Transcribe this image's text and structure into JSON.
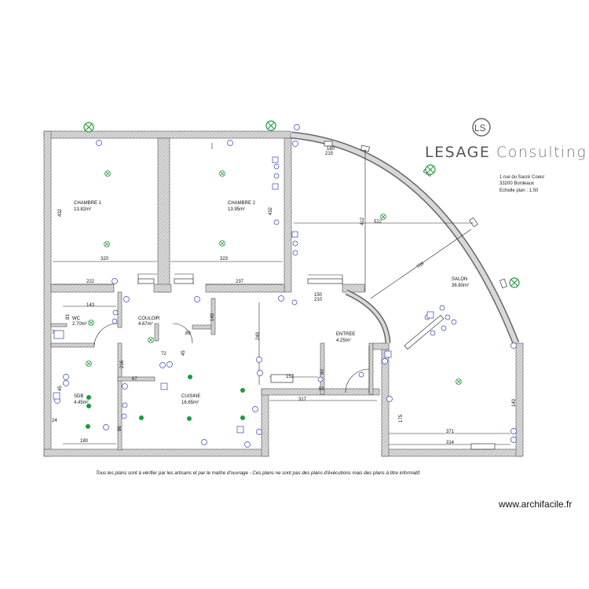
{
  "brand": {
    "name_main": "LESAGE",
    "name_light": "Consulting",
    "logo_letters": "LS"
  },
  "address": {
    "line1": "1 rue du Sacré Coeur",
    "line2": "33200 Bordeaux"
  },
  "scale_label": "Echelle plan : 1:50",
  "disclaimer": "Tous les plans sont à vérifier par les artisans et par le maître d'ouvrage - Ces plans ne sont pas des plans d'éxécutions mais des plans à titre informatif.",
  "credit": "www.archifacile.fr",
  "rooms": [
    {
      "name": "CHAMBRE 1",
      "area": "13.82m²"
    },
    {
      "name": "CHAMBRE 2",
      "area": "13.95m²"
    },
    {
      "name": "SALON",
      "area": "36.60m²"
    },
    {
      "name": "WC",
      "area": "2.70m²"
    },
    {
      "name": "COULOIR",
      "area": "4.67m²"
    },
    {
      "name": "ENTREE",
      "area": "4.25m²"
    },
    {
      "name": "SDB",
      "area": "4.45m²"
    },
    {
      "name": "CUISINE",
      "area": "16.65m²"
    }
  ],
  "dimensions": [
    "432",
    "320",
    "222",
    "323",
    "237",
    "432",
    "180",
    "215",
    "412",
    "522",
    "709",
    "210",
    "150",
    "143",
    "83",
    "70",
    "149",
    "89",
    "72",
    "45",
    "67",
    "249",
    "216",
    "152",
    "90",
    "58",
    "317",
    "175",
    "371",
    "314",
    "140",
    "45",
    "24",
    "180",
    "86"
  ],
  "colors": {
    "wall": "#777777",
    "wall_fill": "#c9c9c9",
    "electrical": "#1f9a3a",
    "equipment": "#3344bb",
    "line": "#222222"
  },
  "icons": [
    "outlet-icon",
    "light-point-icon",
    "switch-icon",
    "exterior-light-icon"
  ]
}
